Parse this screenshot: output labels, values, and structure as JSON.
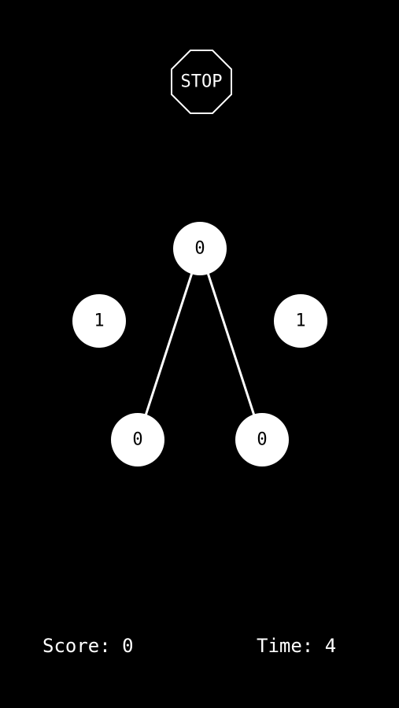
{
  "stop_button": {
    "label": "STOP"
  },
  "nodes": [
    {
      "id": "top",
      "value": "0"
    },
    {
      "id": "left",
      "value": "1"
    },
    {
      "id": "right",
      "value": "1"
    },
    {
      "id": "bottom-left",
      "value": "0"
    },
    {
      "id": "bottom-right",
      "value": "0"
    }
  ],
  "edges": [
    {
      "from": "top",
      "to": "bottom-left"
    },
    {
      "from": "top",
      "to": "bottom-right"
    }
  ],
  "hud": {
    "score_label": "Score:",
    "score_value": "0",
    "time_label": "Time:",
    "time_value": "4"
  },
  "colors": {
    "background": "#000000",
    "foreground": "#ffffff"
  }
}
